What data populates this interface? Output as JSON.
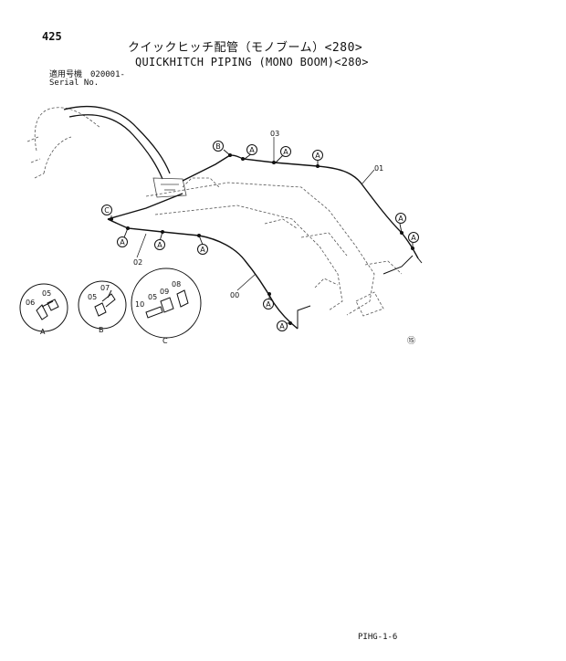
{
  "header": {
    "page_number": "425",
    "title_jp": "クイックヒッチ配管（モノブーム）<280>",
    "title_en": "QUICKHITCH PIPING (MONO BOOM)<280>",
    "serial_jp": "適用号機　020001-",
    "serial_en": "Serial No."
  },
  "callouts": {
    "a": "A",
    "b": "B",
    "c": "C"
  },
  "part_numbers": {
    "p00": "00",
    "p01": "01",
    "p02": "02",
    "p03": "03",
    "p05": "05",
    "p06": "06",
    "p07": "07",
    "p08": "08",
    "p09": "09",
    "p10": "10"
  },
  "detail_views": {
    "a": "A",
    "b": "B",
    "c": "C"
  },
  "footer": {
    "code": "PIHG-1-6",
    "corner_mark": "⑮"
  }
}
